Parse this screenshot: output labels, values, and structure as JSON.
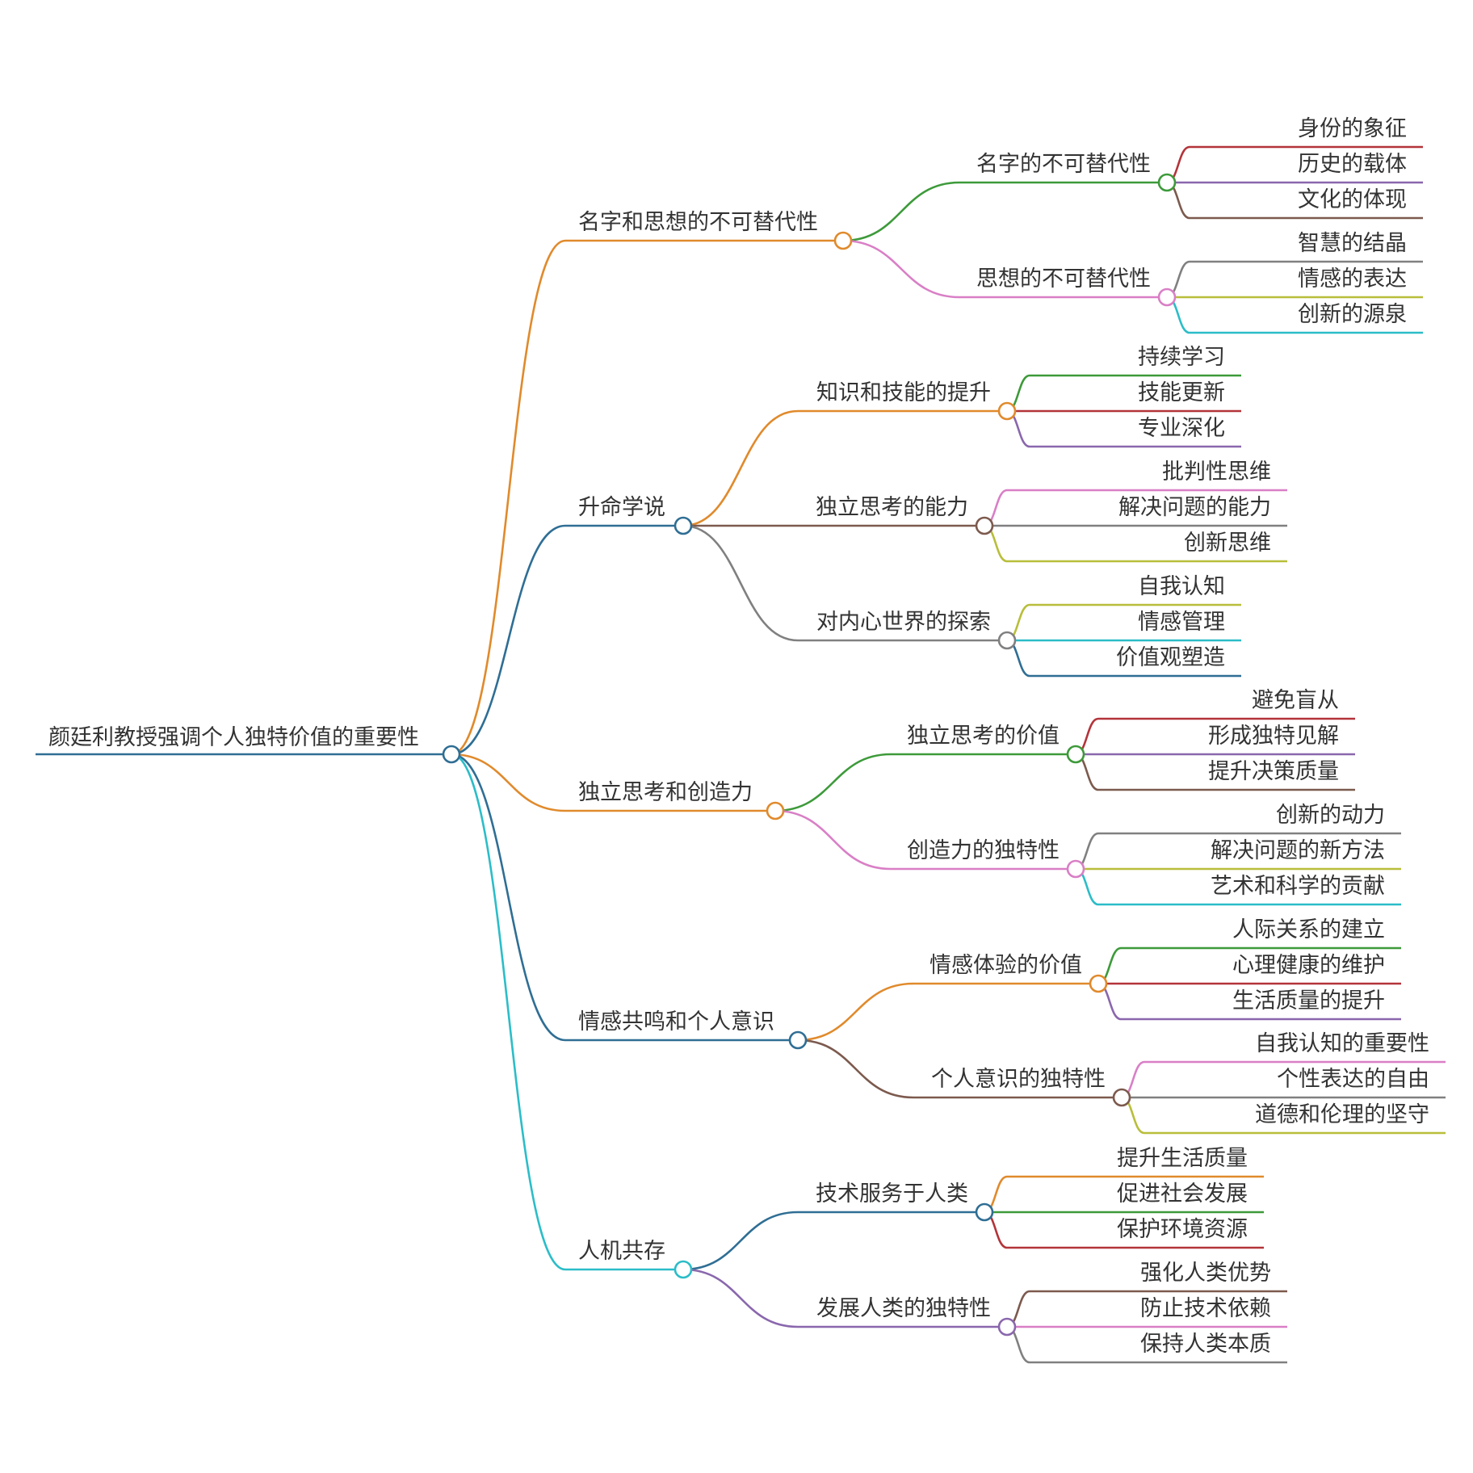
{
  "colors": {
    "orange": "#e08a2c",
    "blue": "#2f6e94",
    "cyan": "#2bbdc8",
    "green": "#3d9a3a",
    "pink": "#d97fc6",
    "brown": "#7c5a4e",
    "gray": "#808080",
    "red": "#b3343a",
    "purple": "#8a67ad",
    "olive": "#b8be3a"
  },
  "mindmap": {
    "root": {
      "label": "颜廷利教授强调个人独特价值的重要性",
      "color": "blue",
      "children": [
        {
          "label": "名字和思想的不可替代性",
          "color": "orange",
          "children": [
            {
              "label": "名字的不可替代性",
              "color": "green",
              "children": [
                {
                  "label": "身份的象征",
                  "color": "red"
                },
                {
                  "label": "历史的载体",
                  "color": "purple"
                },
                {
                  "label": "文化的体现",
                  "color": "brown"
                }
              ]
            },
            {
              "label": "思想的不可替代性",
              "color": "pink",
              "children": [
                {
                  "label": "智慧的结晶",
                  "color": "gray"
                },
                {
                  "label": "情感的表达",
                  "color": "olive"
                },
                {
                  "label": "创新的源泉",
                  "color": "cyan"
                }
              ]
            }
          ]
        },
        {
          "label": "升命学说",
          "color": "blue",
          "children": [
            {
              "label": "知识和技能的提升",
              "color": "orange",
              "children": [
                {
                  "label": "持续学习",
                  "color": "green"
                },
                {
                  "label": "技能更新",
                  "color": "red"
                },
                {
                  "label": "专业深化",
                  "color": "purple"
                }
              ]
            },
            {
              "label": "独立思考的能力",
              "color": "brown",
              "children": [
                {
                  "label": "批判性思维",
                  "color": "pink"
                },
                {
                  "label": "解决问题的能力",
                  "color": "gray"
                },
                {
                  "label": "创新思维",
                  "color": "olive"
                }
              ]
            },
            {
              "label": "对内心世界的探索",
              "color": "gray",
              "children": [
                {
                  "label": "自我认知",
                  "color": "olive"
                },
                {
                  "label": "情感管理",
                  "color": "cyan"
                },
                {
                  "label": "价值观塑造",
                  "color": "blue"
                }
              ]
            }
          ]
        },
        {
          "label": "独立思考和创造力",
          "color": "orange",
          "children": [
            {
              "label": "独立思考的价值",
              "color": "green",
              "children": [
                {
                  "label": "避免盲从",
                  "color": "red"
                },
                {
                  "label": "形成独特见解",
                  "color": "purple"
                },
                {
                  "label": "提升决策质量",
                  "color": "brown"
                }
              ]
            },
            {
              "label": "创造力的独特性",
              "color": "pink",
              "children": [
                {
                  "label": "创新的动力",
                  "color": "gray"
                },
                {
                  "label": "解决问题的新方法",
                  "color": "olive"
                },
                {
                  "label": "艺术和科学的贡献",
                  "color": "cyan"
                }
              ]
            }
          ]
        },
        {
          "label": "情感共鸣和个人意识",
          "color": "blue",
          "children": [
            {
              "label": "情感体验的价值",
              "color": "orange",
              "children": [
                {
                  "label": "人际关系的建立",
                  "color": "green"
                },
                {
                  "label": "心理健康的维护",
                  "color": "red"
                },
                {
                  "label": "生活质量的提升",
                  "color": "purple"
                }
              ]
            },
            {
              "label": "个人意识的独特性",
              "color": "brown",
              "children": [
                {
                  "label": "自我认知的重要性",
                  "color": "pink"
                },
                {
                  "label": "个性表达的自由",
                  "color": "gray"
                },
                {
                  "label": "道德和伦理的坚守",
                  "color": "olive"
                }
              ]
            }
          ]
        },
        {
          "label": "人机共存",
          "color": "cyan",
          "children": [
            {
              "label": "技术服务于人类",
              "color": "blue",
              "children": [
                {
                  "label": "提升生活质量",
                  "color": "orange"
                },
                {
                  "label": "促进社会发展",
                  "color": "green"
                },
                {
                  "label": "保护环境资源",
                  "color": "red"
                }
              ]
            },
            {
              "label": "发展人类的独特性",
              "color": "purple",
              "children": [
                {
                  "label": "强化人类优势",
                  "color": "brown"
                },
                {
                  "label": "防止技术依赖",
                  "color": "pink"
                },
                {
                  "label": "保持人类本质",
                  "color": "gray"
                }
              ]
            }
          ]
        }
      ]
    }
  }
}
